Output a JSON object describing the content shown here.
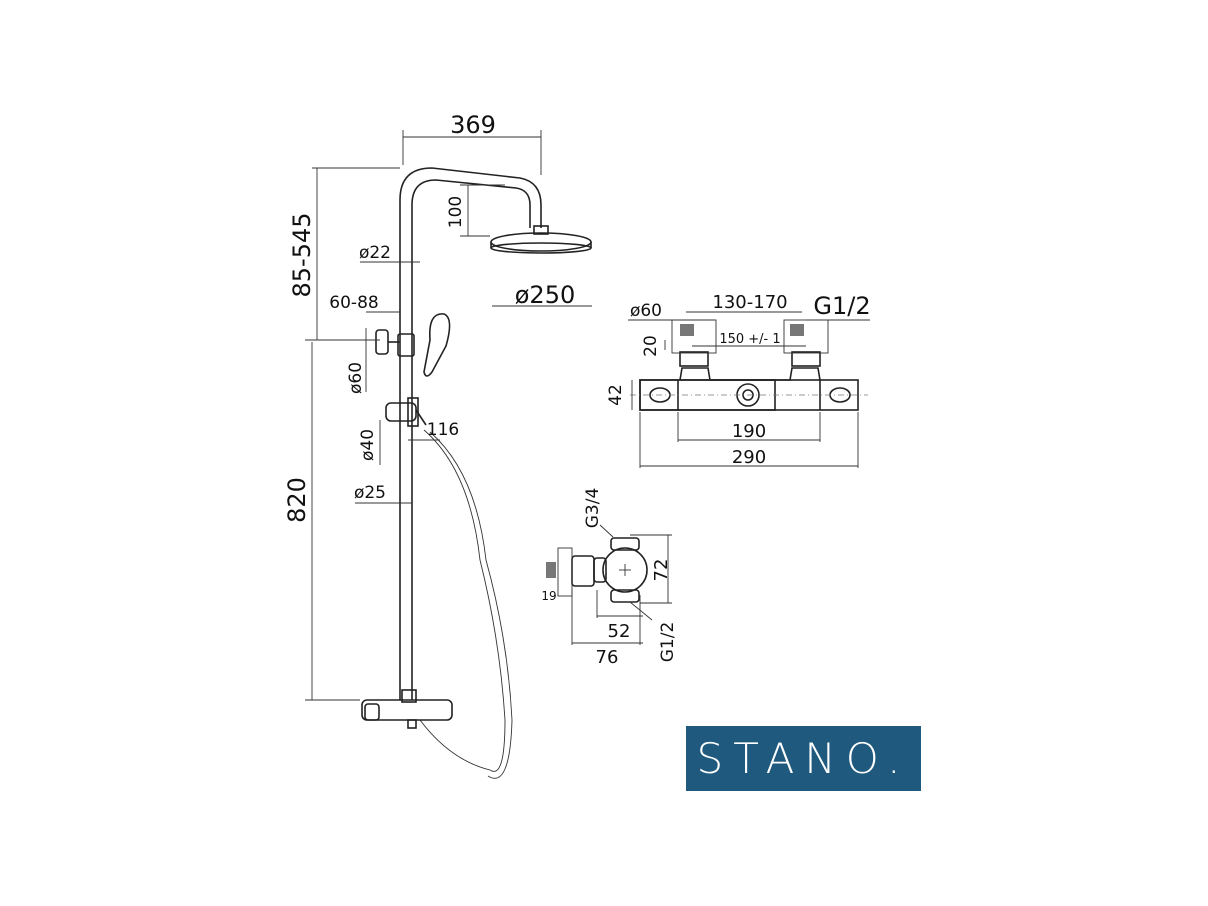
{
  "brand": {
    "name": "STANO.",
    "color": "#1f5a7e"
  },
  "shower_column": {
    "width": "369",
    "height_adjust": "85-545",
    "head_drop": "100",
    "pipe_upper_diameter": "ø22",
    "head_diameter": "ø250",
    "bracket_offset": "60-88",
    "bracket_diameter": "ø60",
    "handshower_offset": "116",
    "slider_diameter": "ø40",
    "pipe_lower_diameter": "ø25",
    "mixer_height": "820"
  },
  "thermostat": {
    "escutcheon_diameter": "ø60",
    "connection_range": "130-170",
    "thread": "G1/2",
    "depth": "20",
    "center_distance": "150 +/- 1",
    "body_height": "42",
    "inner_width": "190",
    "total_width": "290"
  },
  "connector": {
    "outlet_thread": "G3/4",
    "height": "72",
    "thread_length": "19",
    "depth": "52",
    "total_depth": "76",
    "inlet_thread": "G1/2"
  }
}
